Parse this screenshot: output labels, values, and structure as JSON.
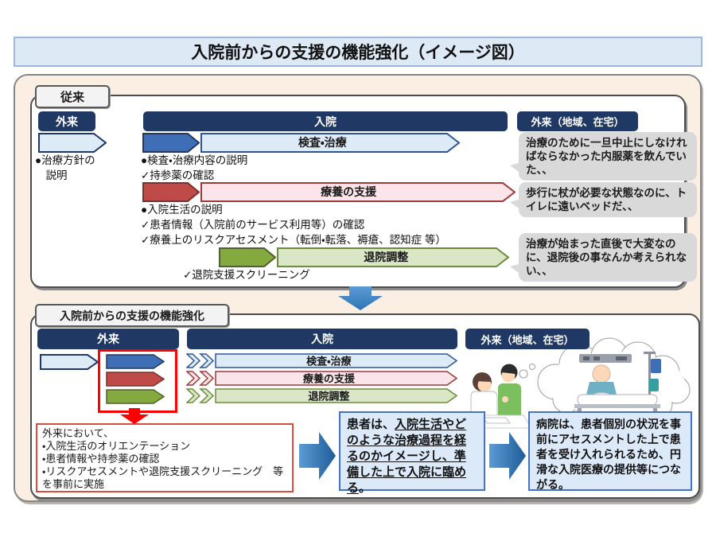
{
  "page": {
    "title": "入院前からの支援の機能強化（イメージ図）"
  },
  "palette": {
    "title_bg": "#DEE9F6",
    "title_border": "#9CB8DF",
    "panel_bg": "#FBEFE3",
    "navy": "#1F3864",
    "blue_arrow": "#3E6FB6",
    "light_blue_arrow": "#DDEBF7",
    "red_arrow": "#BE4B48",
    "pink_arrow": "#FBE4EA",
    "green_arrow": "#84A93F",
    "light_green_arrow": "#D9E7C6",
    "bubble_gray": "#D9D9D9",
    "highlight_red": "#FF0000",
    "flow_blue": "#2E74B5",
    "result_box_bg": "#DCE9F8",
    "result_box_border": "#4472C4"
  },
  "conventional": {
    "tab": "従来",
    "col_outpatient": "外来",
    "col_hospital": "入院",
    "col_after": "外来（地域、在宅）",
    "outpatient_note": "●治療方針の\n　説明",
    "row1": {
      "label": "検査・治療",
      "notes": "●検査・治療内容の説明\n✓持参薬の確認"
    },
    "row2": {
      "label": "療養の支援",
      "notes": "●入院生活の説明\n✓患者情報（入院前のサービス利用等）の確認\n✓療養上のリスクアセスメント（転倒・転落、褥瘡、認知症 等）"
    },
    "row3": {
      "label": "退院調整",
      "notes": "✓退院支援スクリーニング"
    },
    "bubble1": "治療のために一旦中止にしなければならなかった内服薬を飲んでいた、、",
    "bubble2": "歩行に杖が必要な状態なのに、トイレに遠いベッドだ、、",
    "bubble3": "治療が始まった直後で大変なのに、退院後の事なんか考えられない、、"
  },
  "enhanced": {
    "tab": "入院前からの支援の機能強化",
    "col_outpatient": "外来",
    "col_hospital": "入院",
    "col_after": "外来（地域、在宅）",
    "row1_label": "検査・治療",
    "row2_label": "療養の支援",
    "row3_label": "退院調整",
    "pre_admission_box": "外来において、\n・入院生活のオリエンテーション\n・患者情報や持参薬の確認\n・リスクアセスメントや退院支援スクリーニング　等\nを事前に実施",
    "patient_box": {
      "prefix": "患者は、",
      "underlined": "入院生活やどのような治療過程を経るのかイメージし、準備した上で入院に臨める",
      "suffix": "。"
    },
    "hospital_box": "病院は、患者個別の状況を事前にアセスメントした上で患者を受け入れられるため、円滑な入院医療の提供等につながる。"
  }
}
